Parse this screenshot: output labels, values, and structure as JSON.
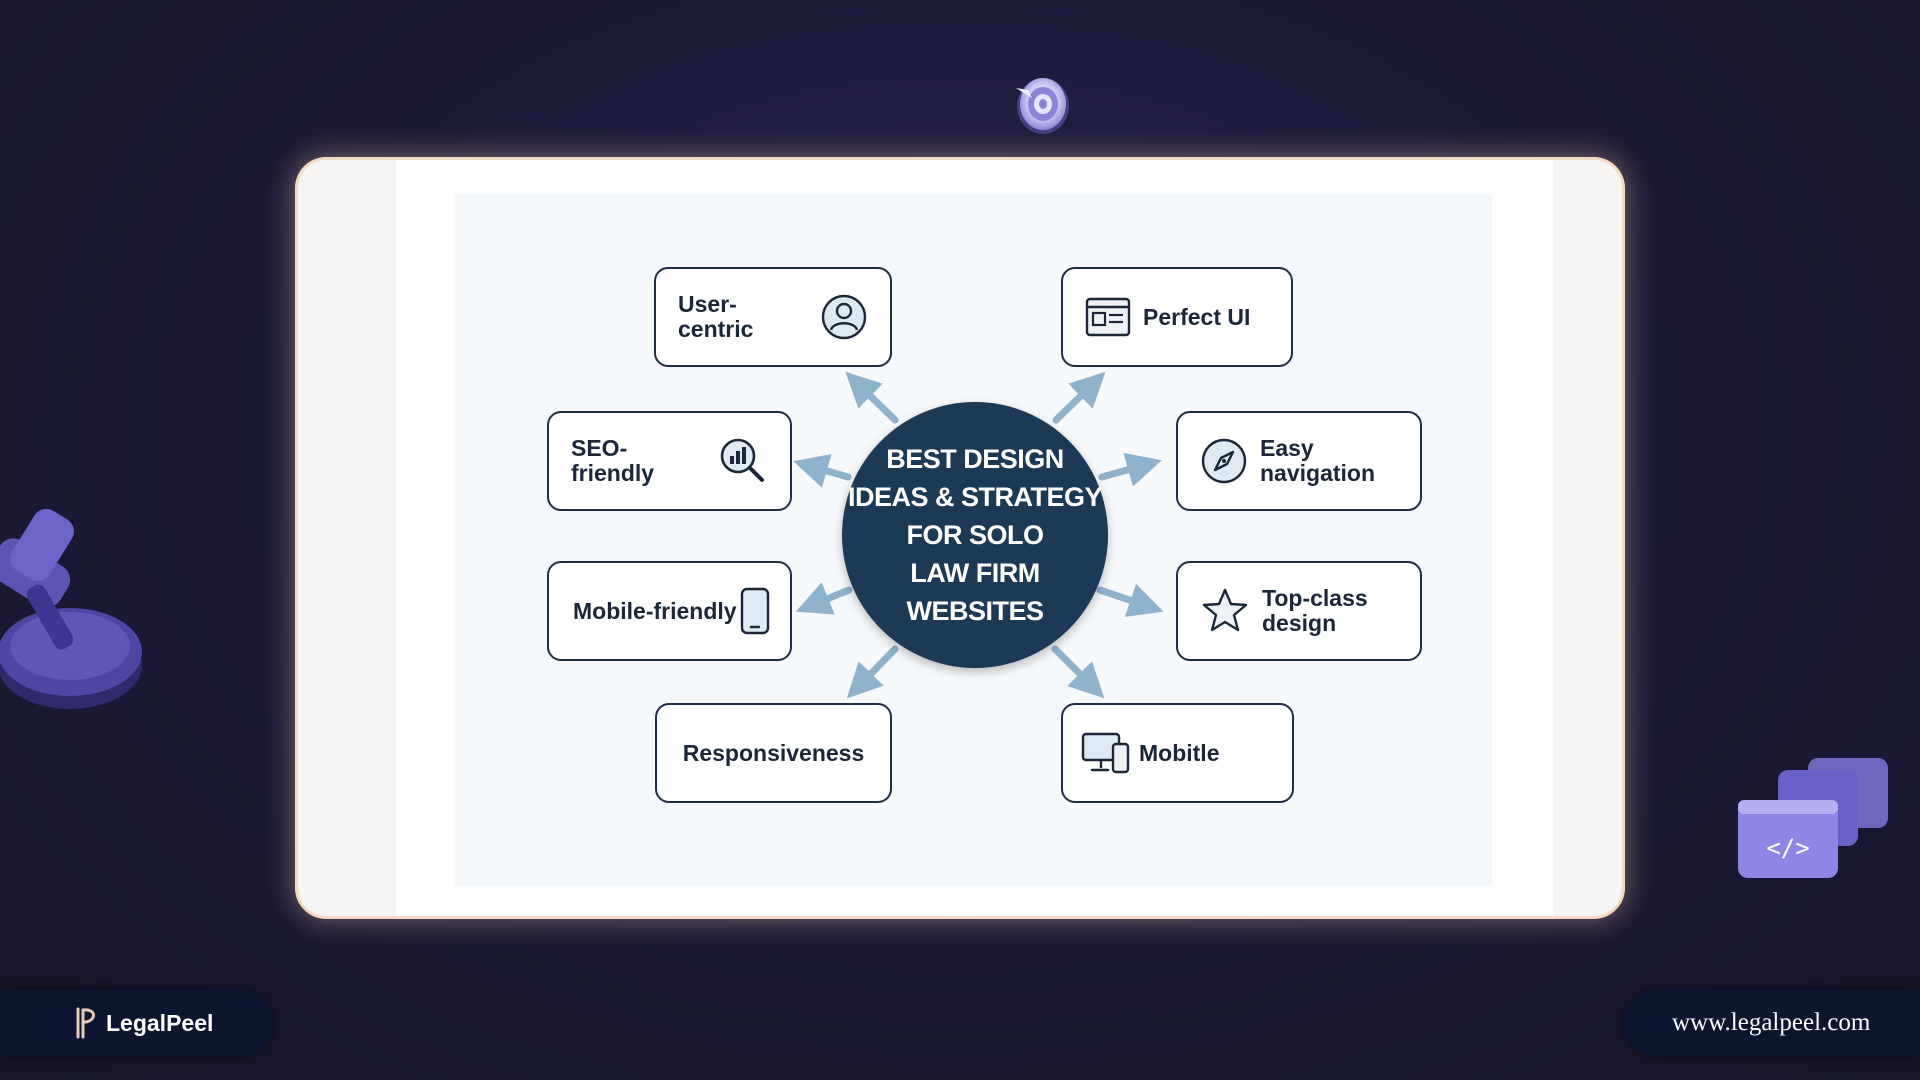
{
  "hub": {
    "lines": [
      "BEST DESIGN",
      "IDEAS & STRATEGY",
      "FOR SOLO",
      "LAW FIRM",
      "WEBSITES"
    ]
  },
  "nodes": {
    "user_centric": {
      "label": "User-centric",
      "icon": "user-icon"
    },
    "perfect_ui": {
      "label": "Perfect UI",
      "icon": "layout-icon"
    },
    "seo_friendly": {
      "label": "SEO-friendly",
      "icon": "analytics-search-icon"
    },
    "easy_navigation": {
      "label": "Easy navigation",
      "icon": "compass-icon"
    },
    "mobile_friendly": {
      "label": "Mobile-friendly",
      "icon": "smartphone-icon"
    },
    "top_class_design": {
      "label": "Top-class design",
      "icon": "star-icon"
    },
    "responsiveness": {
      "label": "Responsiveness"
    },
    "mobile": {
      "label": "Mobitle",
      "icon": "devices-icon"
    }
  },
  "footer": {
    "brand": "LegalPeel",
    "url": "www.legalpeel.com"
  },
  "colors": {
    "background": "#1c1a38",
    "hub": "#1c3a55",
    "arrow": "#8fb3cd",
    "node_border": "#1e2e44",
    "footer_pill": "#0d1630",
    "decor_purple": "#5a55b8"
  }
}
